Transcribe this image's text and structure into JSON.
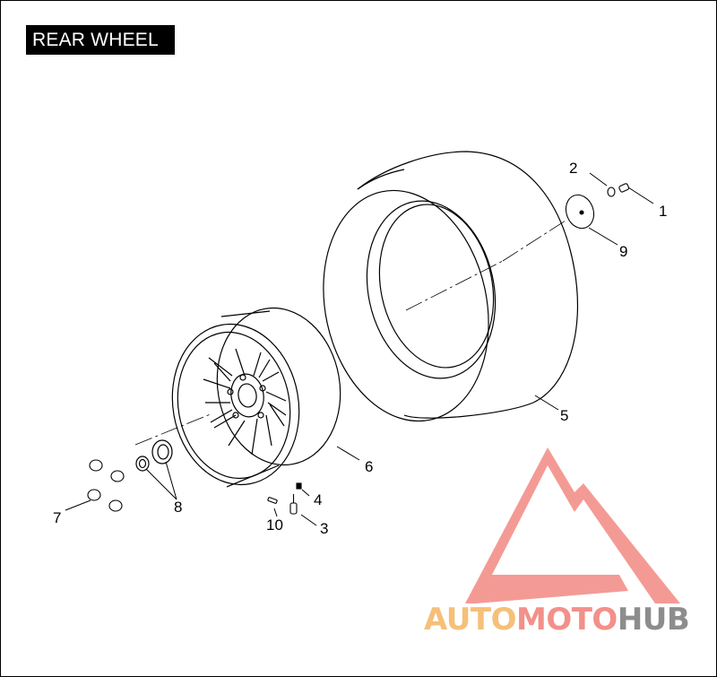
{
  "title": "REAR WHEEL",
  "callouts": {
    "c1": "1",
    "c2": "2",
    "c3": "3",
    "c4": "4",
    "c5": "5",
    "c6": "6",
    "c7": "7",
    "c8": "8",
    "c9": "9",
    "c10": "10"
  },
  "watermark": {
    "part1": "AUTO",
    "part2": "MOTO",
    "part3": "HUB",
    "colors": {
      "auto": "#f5c078",
      "moto": "#f3908a",
      "hub": "#8d8d8d"
    }
  }
}
